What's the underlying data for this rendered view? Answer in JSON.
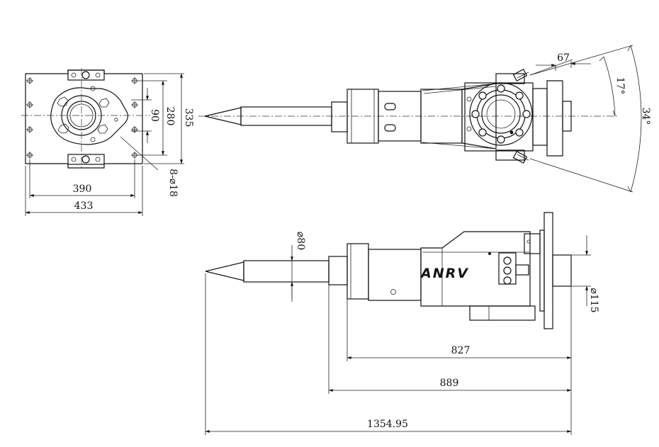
{
  "dimensions": {
    "plate_bolt_spacing": "390",
    "plate_width": "433",
    "bolt_holes": "8-⌀18",
    "inner_spacing": "90",
    "bolt_height": "280",
    "plate_height": "335",
    "offset_67": "67",
    "angle_17": "17°",
    "angle_34": "34°",
    "tool_diameter": "⌀80",
    "pin_diameter": "⌀115",
    "length_827": "827",
    "length_889": "889",
    "overall_length": "1354.95"
  },
  "brand_mark": "ANRV"
}
